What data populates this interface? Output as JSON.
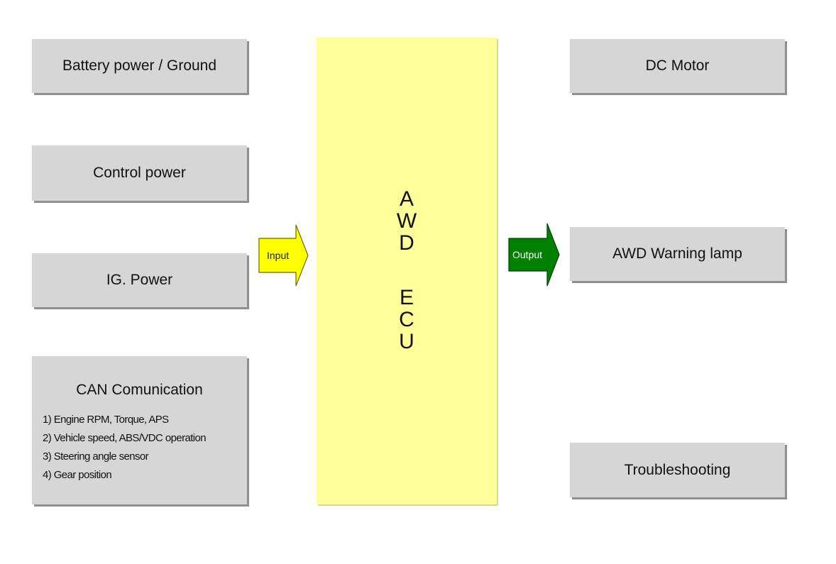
{
  "inputs": {
    "battery": "Battery power / Ground",
    "control": "Control power",
    "ig": "IG. Power",
    "can": {
      "title": "CAN Comunication",
      "items": [
        "1) Engine RPM, Torque, APS",
        "2) Vehicle speed, ABS/VDC operation",
        "3) Steering angle sensor",
        "4) Gear position"
      ]
    }
  },
  "ecu": {
    "letters": [
      "A",
      "W",
      "D",
      "E",
      "C",
      "U"
    ]
  },
  "arrows": {
    "input_label": "Input",
    "input_color": "#ffff00",
    "output_label": "Output",
    "output_color": "#008000"
  },
  "outputs": {
    "dc_motor": "DC Motor",
    "warning_lamp": "AWD Warning lamp",
    "troubleshooting": "Troubleshooting"
  },
  "colors": {
    "box_fill": "#d6d6d6",
    "box_shadow": "#8f8f8f",
    "ecu_fill": "#ffff99"
  }
}
